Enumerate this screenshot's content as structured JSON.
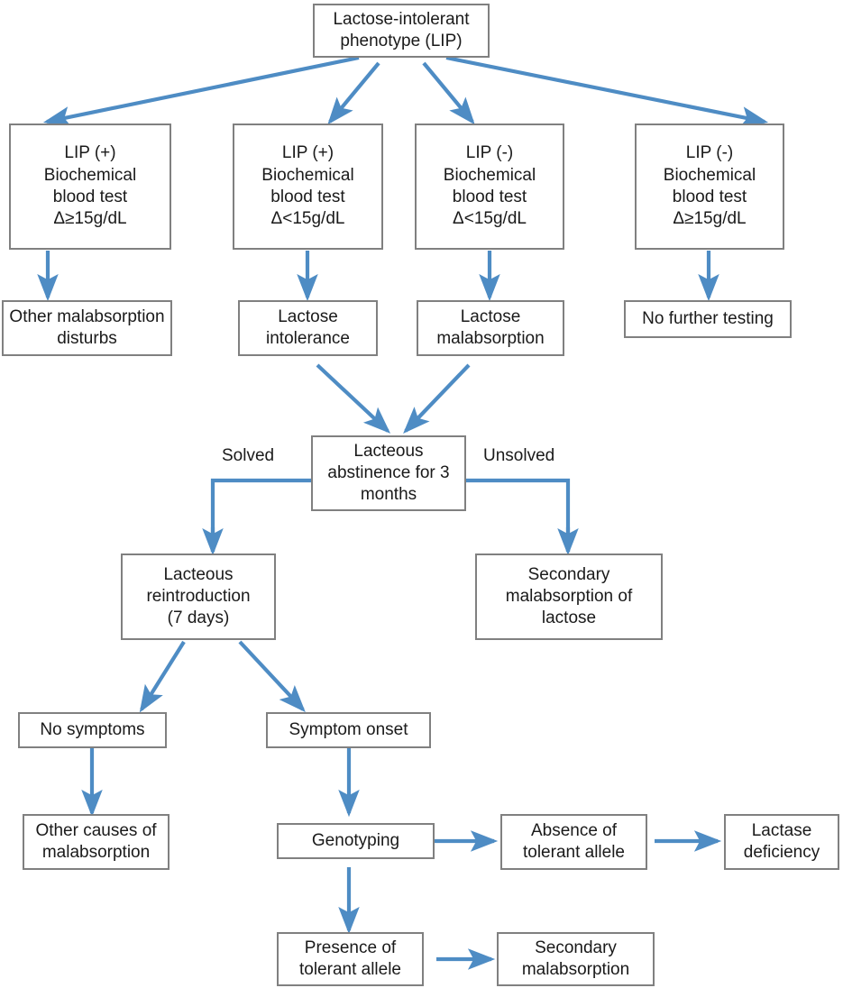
{
  "diagram": {
    "title": "Lactose intolerance diagnostic flowchart",
    "arrow_color": "#4E8CC4",
    "box_border_color": "#808080",
    "text_color": "#1a1a1a",
    "background": "#ffffff"
  },
  "nodes": {
    "root": "Lactose-intolerant\nphenotype (LIP)",
    "lip_pos_high": "LIP  (+)\nBiochemical\nblood test\nΔ≥15g/dL",
    "lip_pos_low": "LIP (+)\nBiochemical\nblood test\nΔ<15g/dL",
    "lip_neg_low": "LIP (-)\nBiochemical\nblood test\nΔ<15g/dL",
    "lip_neg_high": "LIP (-)\nBiochemical\nblood test\nΔ≥15g/dL",
    "other_malabsorption_disturbs": "Other  malabsorption\ndisturbs",
    "lactose_intolerance": "Lactose\nintolerance",
    "lactose_malabsorption": "Lactose\nmalabsorption",
    "no_further_testing": "No further testing",
    "lacteous_abstinence": "Lacteous\nabstinence for 3\nmonths",
    "lacteous_reintroduction": "Lacteous\nreintroduction\n(7 days)",
    "secondary_malabsorption_lactose": "Secondary\nmalabsorption of\nlactose",
    "no_symptoms": "No symptoms",
    "symptom_onset": "Symptom  onset",
    "other_causes_malabsorption": "Other causes of\nmalabsorption",
    "genotyping": "Genotyping",
    "absence_tolerant_allele": "Absence of\ntolerant allele",
    "lactase_deficiency": "Lactase\ndeficiency",
    "presence_tolerant_allele": "Presence of\ntolerant allele",
    "secondary_malabsorption": "Secondary\nmalabsorption"
  },
  "edge_labels": {
    "solved": "Solved",
    "unsolved": "Unsolved"
  }
}
